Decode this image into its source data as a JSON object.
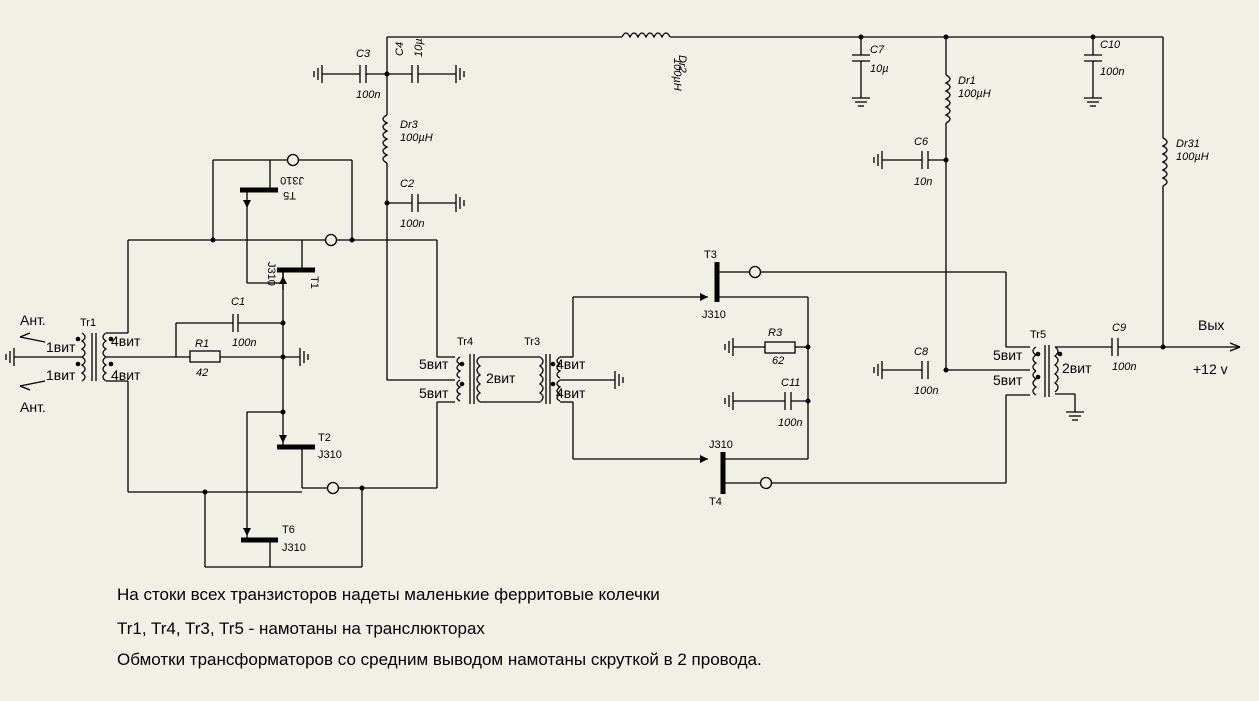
{
  "components": {
    "ant1": "Ант.",
    "ant2": "Ант.",
    "tr1": "Tr1",
    "tr1_w1": "1вит",
    "tr1_w2": "1вит",
    "tr1_w3": "4вит",
    "tr1_w4": "4вит",
    "r1": "R1",
    "r1_val": "42",
    "c1": "C1",
    "c1_val": "100n",
    "t1": "T1",
    "t1_type": "J310",
    "t2": "T2",
    "t2_type": "J310",
    "t5": "T5",
    "t5_type": "J310",
    "t6": "T6",
    "t6_type": "J310",
    "c3": "C3",
    "c3_val": "100n",
    "c4": "C4",
    "c4_val": "10µ",
    "dr3": "Dr3",
    "dr3_val": "100µH",
    "c2": "C2",
    "c2_val": "100n",
    "dr2": "Dr2",
    "dr2_val": "100µH",
    "c7": "C7",
    "c7_val": "10µ",
    "c10": "C10",
    "c10_val": "100n",
    "dr1": "Dr1",
    "dr1_val": "100µH",
    "c6": "C6",
    "c6_val": "10n",
    "dr31": "Dr31",
    "dr31_val": "100µH",
    "tr4": "Tr4",
    "tr4_w1": "5вит",
    "tr4_w2": "5вит",
    "tr4_w3": "2вит",
    "tr3": "Tr3",
    "tr3_w1": "4вит",
    "tr3_w2": "4вит",
    "t3": "T3",
    "t3_type": "J310",
    "t4": "T4",
    "t4_type": "J310",
    "r3": "R3",
    "r3_val": "62",
    "c11": "C11",
    "c11_val": "100n",
    "c8": "C8",
    "c8_val": "100n",
    "tr5": "Tr5",
    "tr5_w1": "5вит",
    "tr5_w2": "5вит",
    "tr5_w3": "2вит",
    "c9": "C9",
    "c9_val": "100n",
    "out": "Вых",
    "supply": "+12 v"
  },
  "notes": [
    "На стоки всех транзисторов надеты маленькие ферритовые колечки",
    "Tr1, Tr4, Tr3, Tr5 - намотаны на транслюкторах",
    "Обмотки трансформаторов со средним выводом намотаны скруткой в 2 провода."
  ]
}
